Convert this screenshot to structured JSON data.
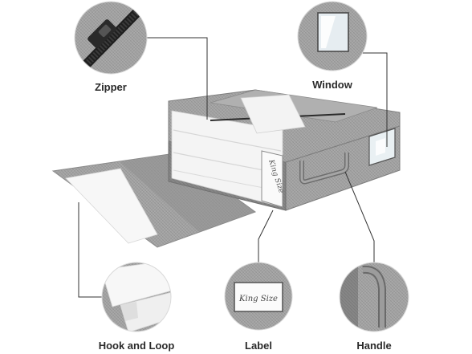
{
  "callouts": {
    "zipper": {
      "label": "Zipper"
    },
    "window": {
      "label": "Window"
    },
    "hook_and_loop": {
      "label": "Hook and Loop"
    },
    "label": {
      "label": "Label"
    },
    "handle": {
      "label": "Handle"
    }
  },
  "product": {
    "label_card_text": "King Size"
  },
  "colors": {
    "fabric": "#9e9e9e",
    "fabric_dark": "#7d7d7d",
    "fabric_light": "#bdbdbd",
    "leader_line": "#333333",
    "window_pane": "#eef4f6",
    "bedding": "#f4f4f4"
  }
}
